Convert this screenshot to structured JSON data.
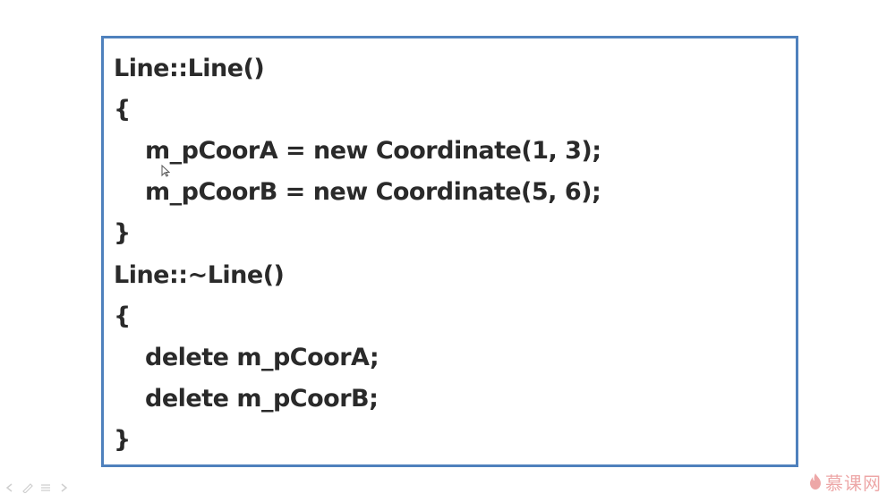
{
  "code": {
    "lines": [
      "Line::Line()",
      "{",
      "m_pCoorA = new Coordinate(1, 3);",
      "m_pCoorB = new Coordinate(5, 6);",
      "}",
      "Line::~Line()",
      "{",
      "delete m_pCoorA;",
      "delete m_pCoorB;",
      "}"
    ]
  },
  "watermark": {
    "text": "慕课网"
  },
  "colors": {
    "border": "#4f81bd",
    "text": "#2a2a2a",
    "watermark": "#e06060"
  }
}
